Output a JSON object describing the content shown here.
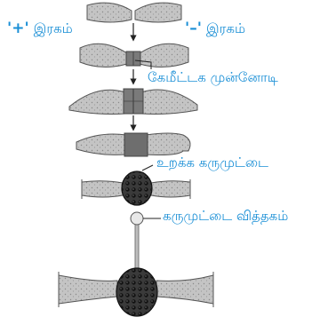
{
  "labels": {
    "plus_sign": "'+'",
    "plus_strain": "இரகம்",
    "minus_sign": "'–'",
    "minus_strain": "இரகம்",
    "progametangia": "கேமீட்டக முன்னோடி",
    "zygosporangium": "உறக்க கருமுட்டை",
    "zygospore_germination": "கருமுட்டை வித்தகம்"
  },
  "colors": {
    "label": "#1a8fd6",
    "hypha_fill": "#c4c4c4",
    "outline": "#555555",
    "zygospore_fill": "#3a3a3a",
    "line": "#222222"
  }
}
